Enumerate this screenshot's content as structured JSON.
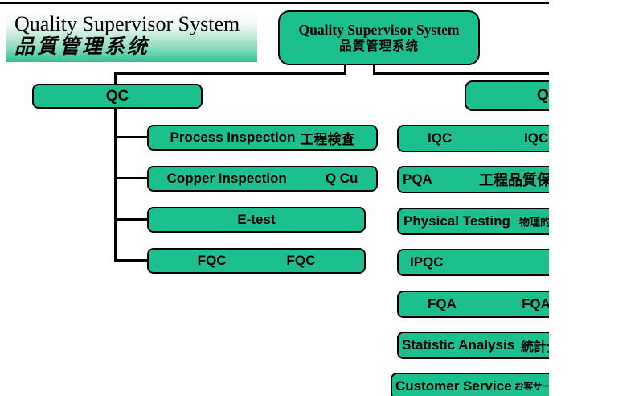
{
  "banner": {
    "title_en": "Quality Supervisor System",
    "title_cjk": "品質管理系统"
  },
  "root": {
    "title_en": "Quality Supervisor System",
    "title_cjk": "品質管理系统"
  },
  "qc_branch": {
    "label": "QC",
    "children": [
      {
        "en": "Process Inspection",
        "cjk": "工程検査"
      },
      {
        "en": "Copper Inspection",
        "code": "Q Cu"
      },
      {
        "en": "E-test"
      },
      {
        "en": "FQC",
        "code": "FQC"
      }
    ]
  },
  "qa_branch": {
    "label": "QA",
    "children": [
      {
        "en": "IQC",
        "code": "IQC"
      },
      {
        "en": "PQA",
        "cjk": "工程品質保証"
      },
      {
        "en": "Physical Testing",
        "cjk": "物理的試験"
      },
      {
        "en": "IPQC"
      },
      {
        "en": "FQA",
        "code": "FQA"
      },
      {
        "en": "Statistic Analysis",
        "cjk": "統計分析"
      },
      {
        "en": "Customer Service",
        "cjk": "お客サービス"
      }
    ]
  },
  "colors": {
    "box_fill": "#1cc08f",
    "box_border": "#000000",
    "connector_line": "#000000",
    "banner_gradient_top": "#ffffff",
    "banner_gradient_bottom": "#2cc493",
    "text": "#000000"
  }
}
